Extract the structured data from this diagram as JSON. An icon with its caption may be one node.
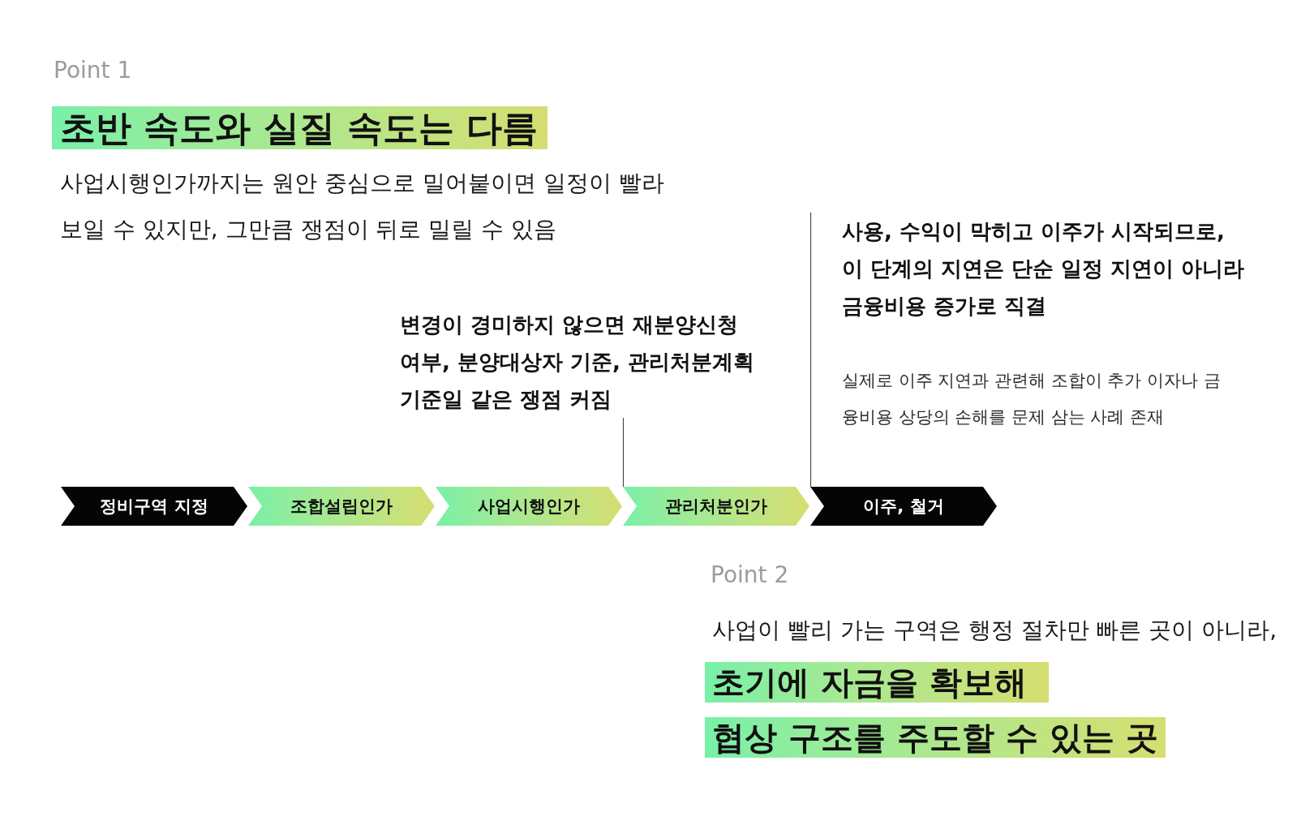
{
  "diagram": {
    "nodes": [
      {
        "text": [
          "변경이 경미하지 않으면 재분양신청 여부, 분양대상자 기준, 관리처분계획 기준일 같은 쟁점 커짐"
        ]
      },
      {
        "text": [
          "사용, 수익이 막히고 이주가 시작되므로, 이 단계의 지연은 단순 일정 지연이 아니라 금융비용 증가로 직결",
          "실제로 이주 지연과 관련해 조합이 추가 이자나 금융비용 상당의 손해를 문제 삼는 사례 존재"
        ]
      },
      {
        "text": [
          "정비구역 지정"
        ]
      },
      {
        "text": [
          "조합설립인가"
        ]
      },
      {
        "text": [
          "사업시행인가"
        ]
      },
      {
        "text": [
          "관리처분인가"
        ]
      },
      {
        "text": [
          "이주, 철거"
        ]
      }
    ],
    "edges": [
      {
        "from": 0,
        "to": 5,
        "arrow": "none"
      },
      {
        "from": 1,
        "to": 6,
        "arrow": "none"
      }
    ],
    "labels": [
      "Point 1",
      "초반 속도와 실질 속도는 다름",
      "사업시행인가까지는 원안 중심으로 밀어붙이면 일정이 빨라 보일 수 있지만, 그만큼 쟁점이 뒤로 밀릴 수 있음",
      "Point 2",
      "사업이 빨리 가는 구역은 행정 절차만 빠른 곳이 아니라,",
      "초기에 자금을 확보해",
      "협상 구조를 주도할 수 있는 곳"
    ]
  }
}
